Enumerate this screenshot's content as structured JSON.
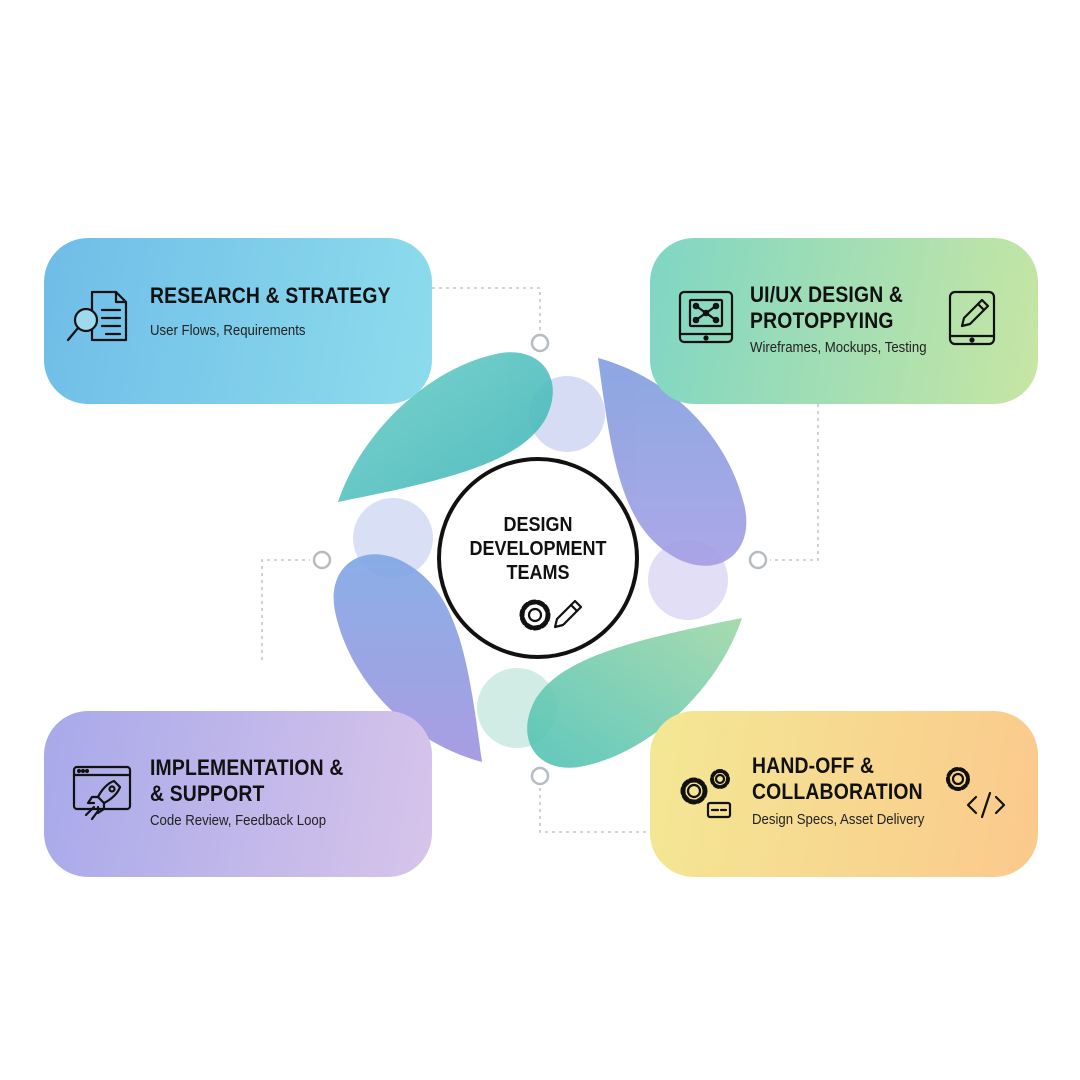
{
  "hub": {
    "title": "DESIGN\nDEVELOPMENT\nTEAMS",
    "icons": [
      "gear-icon",
      "pencil-icon"
    ]
  },
  "stages": {
    "research": {
      "title": "RESEARCH & STRATEGY",
      "subtitle": "User Flows, Requirements",
      "icon": "document-magnifier-icon",
      "colors": [
        "#6fbde8",
        "#8ddcec"
      ]
    },
    "uiux": {
      "title": "UI/UX DESIGN &\nPROTOPPYING",
      "subtitle": "Wireframes, Mockups, Testing",
      "icons": [
        "tablet-wireframe-icon",
        "tablet-pencil-icon"
      ],
      "colors": [
        "#7fd6c4",
        "#c7e6a3"
      ]
    },
    "implementation": {
      "title": "IMPLEMENTATION &\n& SUPPORT",
      "subtitle": "Code Review, Feedback Loop",
      "icon": "browser-rocket-icon",
      "colors": [
        "#a8a9ea",
        "#d7c4ea"
      ]
    },
    "handoff": {
      "title": "HAND-OFF &\nCOLLABORATION",
      "subtitle": "Design Specs, Asset Delivery",
      "icons": [
        "gears-icon",
        "code-gear-icon"
      ],
      "colors": [
        "#f3e894",
        "#fbc98c"
      ]
    }
  },
  "petal_colors": [
    "#4cbcc0",
    "#8a9ee0",
    "#5ec9a8",
    "#8b94de"
  ]
}
